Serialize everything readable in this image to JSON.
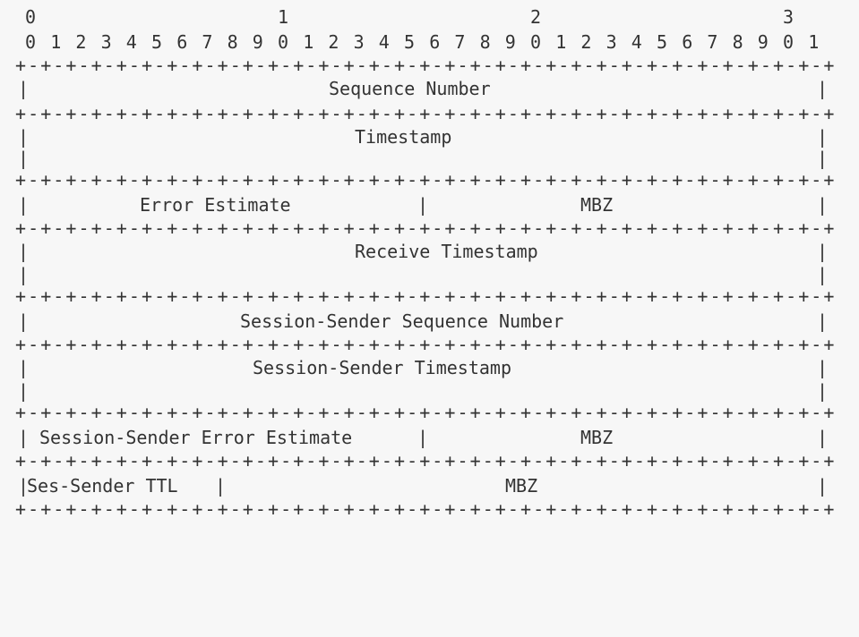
{
  "ruler": {
    "tens": [
      "0",
      "1",
      "2",
      "3"
    ],
    "units": [
      "0",
      "1",
      "2",
      "3",
      "4",
      "5",
      "6",
      "7",
      "8",
      "9",
      "0",
      "1",
      "2",
      "3",
      "4",
      "5",
      "6",
      "7",
      "8",
      "9",
      "0",
      "1",
      "2",
      "3",
      "4",
      "5",
      "6",
      "7",
      "8",
      "9",
      "0",
      "1"
    ]
  },
  "border": {
    "plus": "+",
    "dash": "-",
    "pipe": "|"
  },
  "fields": {
    "sequence_number": "Sequence Number",
    "timestamp": "Timestamp",
    "error_estimate": "Error Estimate",
    "mbz_1": "MBZ",
    "receive_timestamp": "Receive Timestamp",
    "sender_sequence_number": "Session-Sender Sequence Number",
    "sender_timestamp": "Session-Sender Timestamp",
    "sender_error_estimate": "Session-Sender Error Estimate",
    "mbz_2": "MBZ",
    "sender_ttl": "Ses-Sender TTL",
    "mbz_3": "MBZ"
  }
}
